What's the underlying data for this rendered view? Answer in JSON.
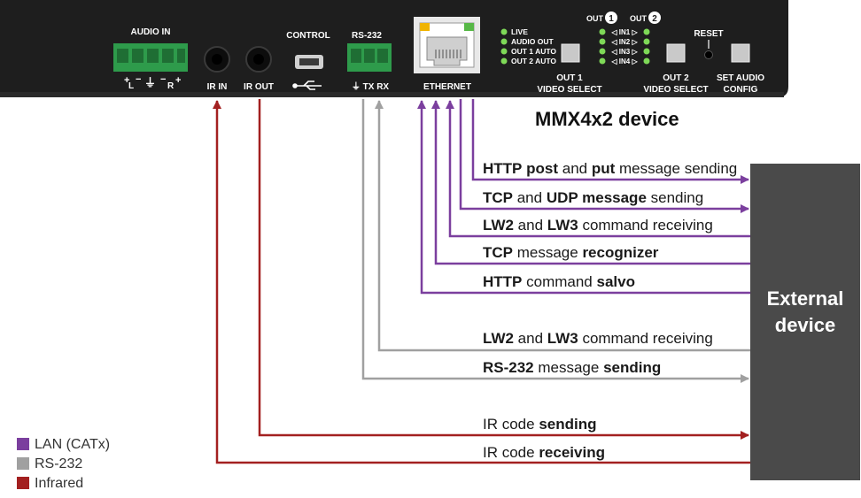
{
  "device": {
    "name": "MMX4x2 device",
    "audio_in": "AUDIO IN",
    "audio_pins": [
      "+",
      "L",
      "−",
      "⏚",
      "−",
      "R",
      "+"
    ],
    "ir_in": "IR IN",
    "ir_out": "IR OUT",
    "control": "CONTROL",
    "rs232": "RS-232",
    "rs232_pins": "⏚ TX RX",
    "ethernet": "ETHERNET",
    "status_leds": [
      "LIVE",
      "AUDIO OUT",
      "OUT 1 AUTO",
      "OUT 2 AUTO"
    ],
    "out1_select": [
      "OUT 1",
      "VIDEO SELECT"
    ],
    "out_label": "OUT",
    "out_nums": [
      "1",
      "2"
    ],
    "inputs": [
      "◁ IN1 ▷",
      "◁ IN2 ▷",
      "◁ IN3 ▷",
      "◁ IN4 ▷"
    ],
    "reset": "RESET",
    "out2_select": [
      "OUT 2",
      "VIDEO SELECT"
    ],
    "set_audio": [
      "SET AUDIO",
      "CONFIG"
    ]
  },
  "external_device": [
    "External",
    "device"
  ],
  "messages": [
    {
      "parts": [
        [
          "HTTP",
          true
        ],
        [
          " ",
          false
        ],
        [
          "post",
          true
        ],
        [
          " and ",
          false
        ],
        [
          "put",
          true
        ],
        [
          " message sending",
          false
        ]
      ]
    },
    {
      "parts": [
        [
          "TCP",
          true
        ],
        [
          " and ",
          false
        ],
        [
          "UDP message",
          true
        ],
        [
          " sending",
          false
        ]
      ]
    },
    {
      "parts": [
        [
          "LW2",
          true
        ],
        [
          " and ",
          false
        ],
        [
          "LW3",
          true
        ],
        [
          " command receiving",
          false
        ]
      ]
    },
    {
      "parts": [
        [
          "TCP",
          true
        ],
        [
          " message ",
          false
        ],
        [
          "recognizer",
          true
        ]
      ]
    },
    {
      "parts": [
        [
          "HTTP",
          true
        ],
        [
          " command ",
          false
        ],
        [
          "salvo",
          true
        ]
      ]
    },
    {
      "parts": [
        [
          "LW2",
          true
        ],
        [
          " and ",
          false
        ],
        [
          "LW3",
          true
        ],
        [
          " command receiving",
          false
        ]
      ]
    },
    {
      "parts": [
        [
          "RS-232",
          true
        ],
        [
          " message ",
          false
        ],
        [
          "sending",
          true
        ]
      ]
    },
    {
      "parts": [
        [
          "IR code ",
          false
        ],
        [
          "sending",
          true
        ]
      ]
    },
    {
      "parts": [
        [
          "IR code ",
          false
        ],
        [
          "receiving",
          true
        ]
      ]
    }
  ],
  "legend": [
    {
      "label": "LAN (CATx)",
      "color": "#7b3f9e"
    },
    {
      "label": "RS-232",
      "color": "#a0a0a0"
    },
    {
      "label": "Infrared",
      "color": "#a32020"
    }
  ],
  "colors": {
    "lan": "#7b3f9e",
    "rs232": "#a0a0a0",
    "ir": "#a32020",
    "device": "#1e1e1e",
    "external": "#4a4a4a"
  }
}
